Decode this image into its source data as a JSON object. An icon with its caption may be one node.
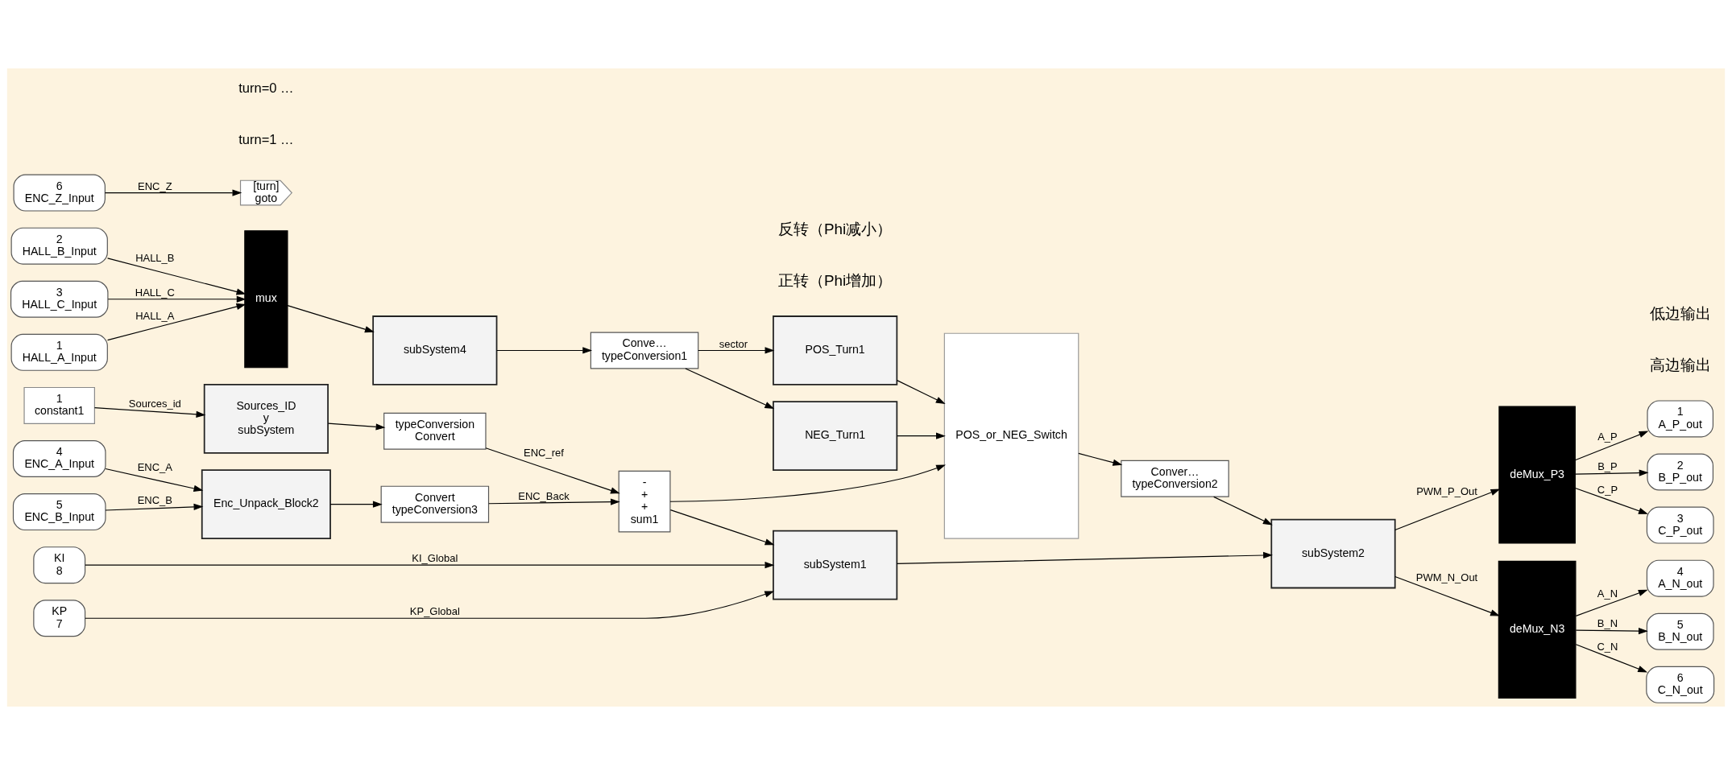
{
  "diagram": {
    "nodes": [
      {
        "text": [
          "1",
          "constant1"
        ]
      },
      {
        "text": [
          "Sources_ID",
          "y",
          "subSystem"
        ]
      },
      {
        "text": [
          "typeConversion",
          "Convert"
        ]
      },
      {
        "text": [
          "4",
          "ENC_A_Input"
        ]
      },
      {
        "text": [
          "5",
          "ENC_B_Input"
        ]
      },
      {
        "text": [
          "6",
          "ENC_Z_Input"
        ]
      },
      {
        "text": [
          "Enc_Unpack_Block2"
        ]
      },
      {
        "text": [
          "Convert",
          "typeConversion3"
        ]
      },
      {
        "text": [
          "-",
          "+",
          "+",
          "sum1"
        ]
      },
      {
        "text": [
          "[turn]",
          "goto"
        ]
      },
      {
        "text": [
          "KP",
          "7"
        ]
      },
      {
        "text": [
          "KI",
          "8"
        ]
      },
      {
        "text": [
          "subSystem1"
        ]
      },
      {
        "text": [
          "1",
          "HALL_A_Input"
        ]
      },
      {
        "text": [
          "2",
          "HALL_B_Input"
        ]
      },
      {
        "text": [
          "3",
          "HALL_C_Input"
        ]
      },
      {
        "text": [
          "mux"
        ]
      },
      {
        "text": [
          "subSystem4"
        ]
      },
      {
        "text": [
          "Conve…",
          "typeConversion1"
        ]
      },
      {
        "text": [
          "POS_Turn1"
        ]
      },
      {
        "text": [
          "NEG_Turn1"
        ]
      },
      {
        "text": [
          "POS_or_NEG_Switch"
        ]
      },
      {
        "text": [
          "Conver…",
          "typeConversion2"
        ]
      },
      {
        "text": [
          "subSystem2"
        ]
      },
      {
        "text": [
          "deMux_P3"
        ]
      },
      {
        "text": [
          "deMux_N3"
        ]
      },
      {
        "text": [
          "1",
          "A_P_out"
        ]
      },
      {
        "text": [
          "2",
          "B_P_out"
        ]
      },
      {
        "text": [
          "3",
          "C_P_out"
        ]
      },
      {
        "text": [
          "4",
          "A_N_out"
        ]
      },
      {
        "text": [
          "5",
          "B_N_out"
        ]
      },
      {
        "text": [
          "6",
          "C_N_out"
        ]
      }
    ],
    "edges": [
      {
        "from": 0,
        "to": 1,
        "arrow": "to",
        "label": "Sources_id"
      },
      {
        "from": 1,
        "to": 2,
        "arrow": "to"
      },
      {
        "from": 2,
        "to": 8,
        "arrow": "to",
        "label": "ENC_ref"
      },
      {
        "from": 3,
        "to": 6,
        "arrow": "to",
        "label": "ENC_A"
      },
      {
        "from": 4,
        "to": 6,
        "arrow": "to",
        "label": "ENC_B"
      },
      {
        "from": 6,
        "to": 7,
        "arrow": "to"
      },
      {
        "from": 7,
        "to": 8,
        "arrow": "to",
        "label": "ENC_Back"
      },
      {
        "from": 5,
        "to": 9,
        "arrow": "to",
        "label": "ENC_Z"
      },
      {
        "from": 8,
        "to": 12,
        "arrow": "to"
      },
      {
        "from": 10,
        "to": 12,
        "arrow": "to",
        "label": "KP_Global"
      },
      {
        "from": 11,
        "to": 12,
        "arrow": "to",
        "label": "KI_Global"
      },
      {
        "from": 8,
        "to": 21,
        "arrow": "to"
      },
      {
        "from": 13,
        "to": 16,
        "arrow": "to",
        "label": "HALL_A"
      },
      {
        "from": 14,
        "to": 16,
        "arrow": "to",
        "label": "HALL_B"
      },
      {
        "from": 15,
        "to": 16,
        "arrow": "to",
        "label": "HALL_C"
      },
      {
        "from": 16,
        "to": 17,
        "arrow": "to"
      },
      {
        "from": 17,
        "to": 18,
        "arrow": "to"
      },
      {
        "from": 18,
        "to": 19,
        "arrow": "to",
        "label": "sector"
      },
      {
        "from": 18,
        "to": 20,
        "arrow": "to"
      },
      {
        "from": 19,
        "to": 21,
        "arrow": "to"
      },
      {
        "from": 20,
        "to": 21,
        "arrow": "to"
      },
      {
        "from": 21,
        "to": 22,
        "arrow": "to"
      },
      {
        "from": 12,
        "to": 23,
        "arrow": "to"
      },
      {
        "from": 22,
        "to": 23,
        "arrow": "to"
      },
      {
        "from": 23,
        "to": 24,
        "arrow": "to",
        "label": "PWM_P_Out"
      },
      {
        "from": 23,
        "to": 25,
        "arrow": "to",
        "label": "PWM_N_Out"
      },
      {
        "from": 24,
        "to": 26,
        "arrow": "to",
        "label": "A_P"
      },
      {
        "from": 24,
        "to": 27,
        "arrow": "to",
        "label": "B_P"
      },
      {
        "from": 24,
        "to": 28,
        "arrow": "to",
        "label": "C_P"
      },
      {
        "from": 25,
        "to": 29,
        "arrow": "to",
        "label": "A_N"
      },
      {
        "from": 25,
        "to": 30,
        "arrow": "to",
        "label": "B_N"
      },
      {
        "from": 25,
        "to": 31,
        "arrow": "to",
        "label": "C_N"
      }
    ],
    "labels": [
      "turn=1 …",
      "turn=0 …",
      "正转（Phi增加）",
      "高边输出",
      "低边输出",
      "反转（Phi减小）"
    ]
  }
}
